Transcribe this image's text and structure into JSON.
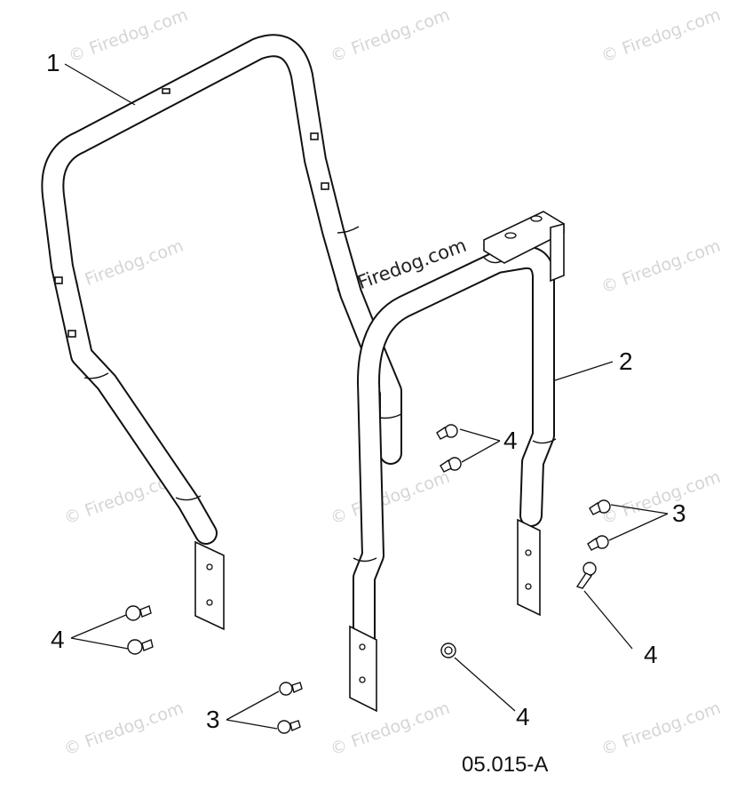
{
  "diagram": {
    "part_labels": {
      "frame_1": "1",
      "frame_2": "2",
      "bolts_4_center": "4",
      "bolts_3_right": "3",
      "bolt_4_right": "4",
      "bolts_4_left": "4",
      "bolts_3_bottom": "3",
      "bolt_4_bottom": "4"
    },
    "document_id": "05.015-A",
    "watermark": {
      "text": "© Firedog.com"
    }
  }
}
